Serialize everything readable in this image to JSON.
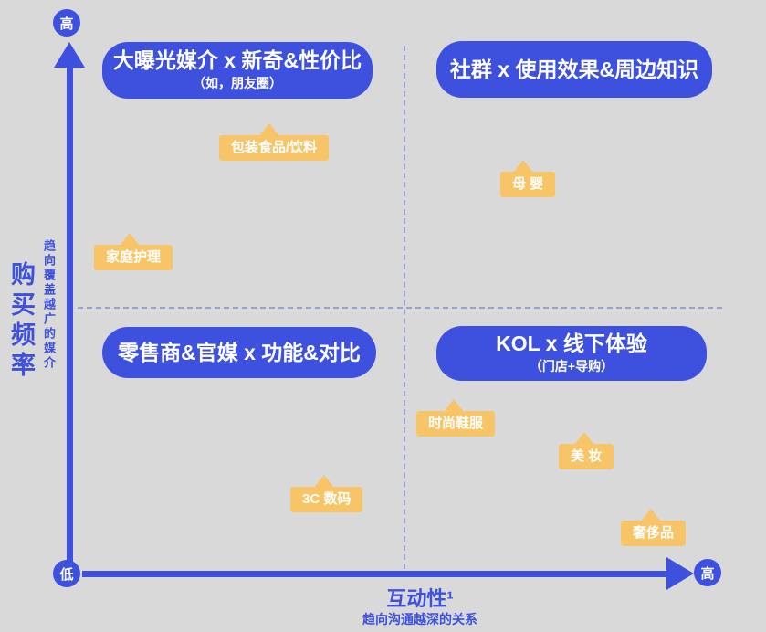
{
  "colors": {
    "background": "#d9d9d9",
    "accent_blue": "#3d50de",
    "tag_yellow": "#f7c567",
    "dashed_divider": "#99a1d0",
    "text_on_fill": "#ffffff"
  },
  "axes": {
    "y": {
      "label": "购买频率",
      "sublabel": "趋向覆盖越广的媒介",
      "top_marker": "高",
      "bottom_marker": "低"
    },
    "x": {
      "label": "互动性¹",
      "sublabel": "趋向沟通越深的关系",
      "right_marker": "高"
    }
  },
  "chart_data": {
    "type": "scatter",
    "subtype": "quadrant-matrix",
    "title": "",
    "xlabel": "互动性¹ — 趋向沟通越深的关系",
    "ylabel": "购买频率 — 趋向覆盖越广的媒介",
    "x_axis_endpoints": [
      "低",
      "高"
    ],
    "y_axis_endpoints": [
      "低",
      "高"
    ],
    "grid": "dashed-midlines",
    "quadrants": [
      {
        "position": "top-left",
        "label": "大曝光媒介 x 新奇&性价比",
        "note": "（如，朋友圈）"
      },
      {
        "position": "top-right",
        "label": "社群 x 使用效果&周边知识",
        "note": ""
      },
      {
        "position": "bottom-left",
        "label": "零售商&官媒 x 功能&对比",
        "note": ""
      },
      {
        "position": "bottom-right",
        "label": "KOL x 线下体验",
        "note": "（门店+导购）"
      }
    ],
    "points": [
      {
        "label": "包装食品/饮料",
        "x": 0.32,
        "y": 0.85
      },
      {
        "label": "母 婴",
        "x": 0.73,
        "y": 0.78
      },
      {
        "label": "家庭护理",
        "x": 0.1,
        "y": 0.64
      },
      {
        "label": "时尚鞋服",
        "x": 0.62,
        "y": 0.33
      },
      {
        "label": "美 妆",
        "x": 0.83,
        "y": 0.26
      },
      {
        "label": "3C 数码",
        "x": 0.41,
        "y": 0.18
      },
      {
        "label": "奢侈品",
        "x": 0.93,
        "y": 0.13
      }
    ]
  }
}
